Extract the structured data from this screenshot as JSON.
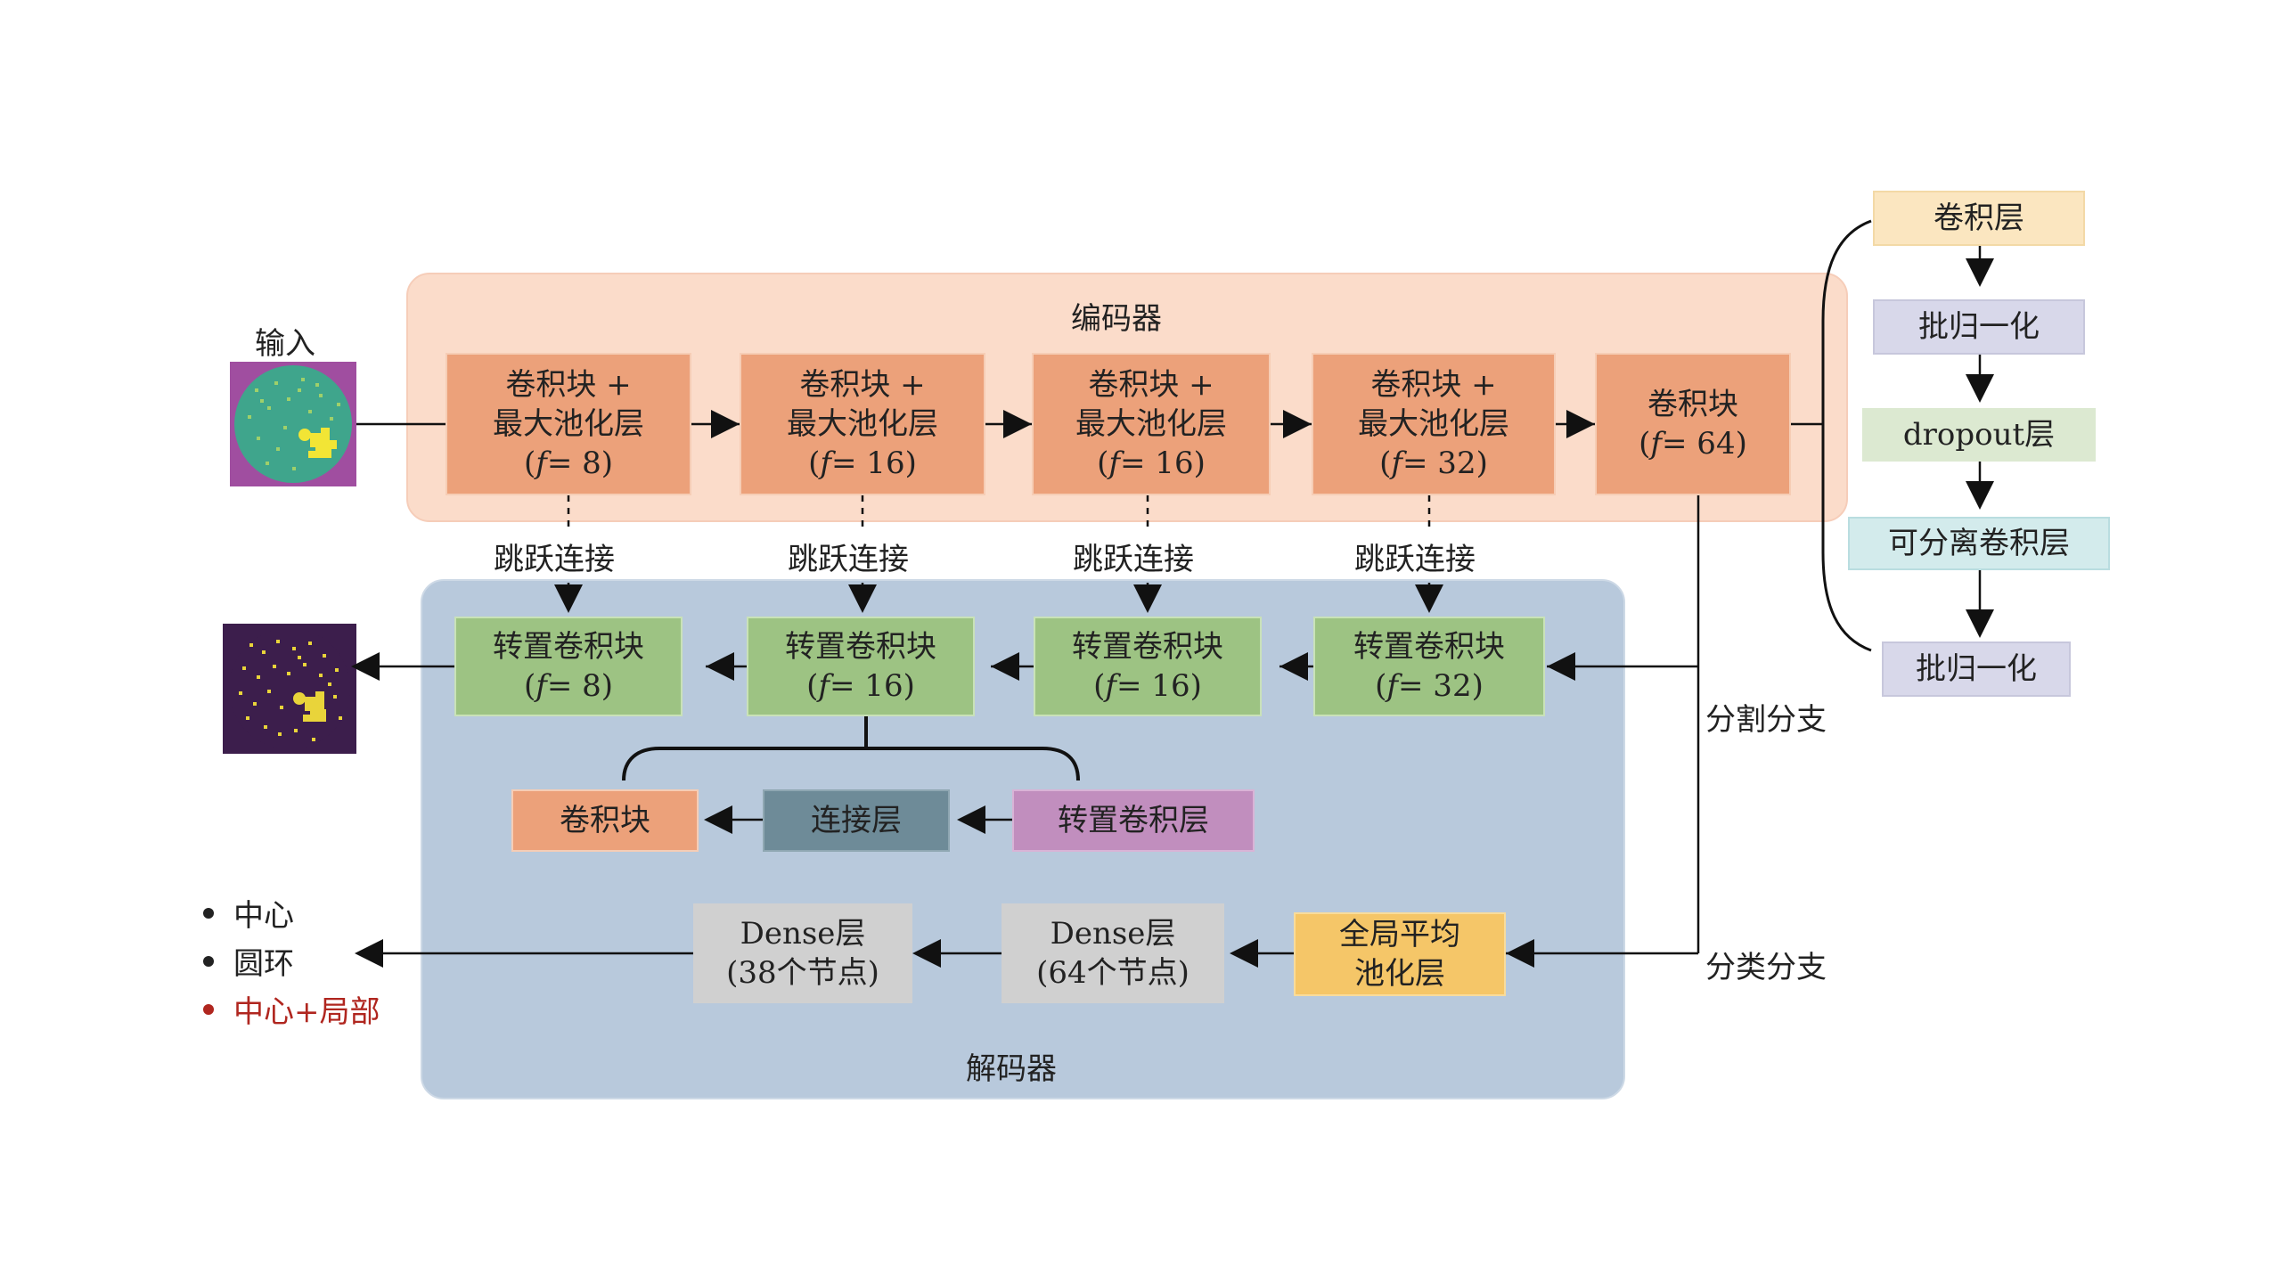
{
  "input_label": "输入",
  "encoder": {
    "title": "编码器",
    "blocks": [
      {
        "line1": "卷积块 +",
        "line2": "最大池化层",
        "f": "f",
        "param": "= 8)"
      },
      {
        "line1": "卷积块 +",
        "line2": "最大池化层",
        "f": "f",
        "param": "= 16)"
      },
      {
        "line1": "卷积块 +",
        "line2": "最大池化层",
        "f": "f",
        "param": "= 16)"
      },
      {
        "line1": "卷积块 +",
        "line2": "最大池化层",
        "f": "f",
        "param": "= 32)"
      }
    ],
    "final_block": {
      "line1": "卷积块",
      "f": "f",
      "param": "= 64)"
    }
  },
  "skip_label": "跳跃连接",
  "decoder": {
    "title": "解码器",
    "blocks": [
      {
        "line1": "转置卷积块",
        "f": "f",
        "param": "= 8)"
      },
      {
        "line1": "转置卷积块",
        "f": "f",
        "param": "= 16)"
      },
      {
        "line1": "转置卷积块",
        "f": "f",
        "param": "= 16)"
      },
      {
        "line1": "转置卷积块",
        "f": "f",
        "param": "= 32)"
      }
    ],
    "detail": {
      "conv": "卷积块",
      "concat": "连接层",
      "transpose": "转置卷积层"
    },
    "dense1": {
      "line1": "Dense层",
      "line2": "(38个节点)"
    },
    "dense2": {
      "line1": "Dense层",
      "line2": "(64个节点)"
    },
    "gap": {
      "line1": "全局平均",
      "line2": "池化层"
    }
  },
  "branches": {
    "segmentation": "分割分支",
    "classification": "分类分支"
  },
  "legend": [
    {
      "text": "中心",
      "color": "#222222"
    },
    {
      "text": "圆环",
      "color": "#222222"
    },
    {
      "text": "中心+局部",
      "color": "#b0261f"
    }
  ],
  "conv_detail": [
    "卷积层",
    "批归一化",
    "dropout层",
    "可分离卷积层",
    "批归一化"
  ],
  "colors": {
    "encoder_panel": "#fbdcca",
    "decoder_panel": "#b8c9dc",
    "encoder_block": "#eca17a",
    "decoder_block": "#9dc383",
    "concat": "#6e8b98",
    "transpose_layer": "#c18ebe",
    "dense": "#d0d0d0",
    "gap": "#f5c668",
    "conv_layer": "#fbe6c0",
    "batchnorm": "#d8d8ea",
    "dropout": "#dce9d1",
    "separable": "#d3ebec"
  }
}
